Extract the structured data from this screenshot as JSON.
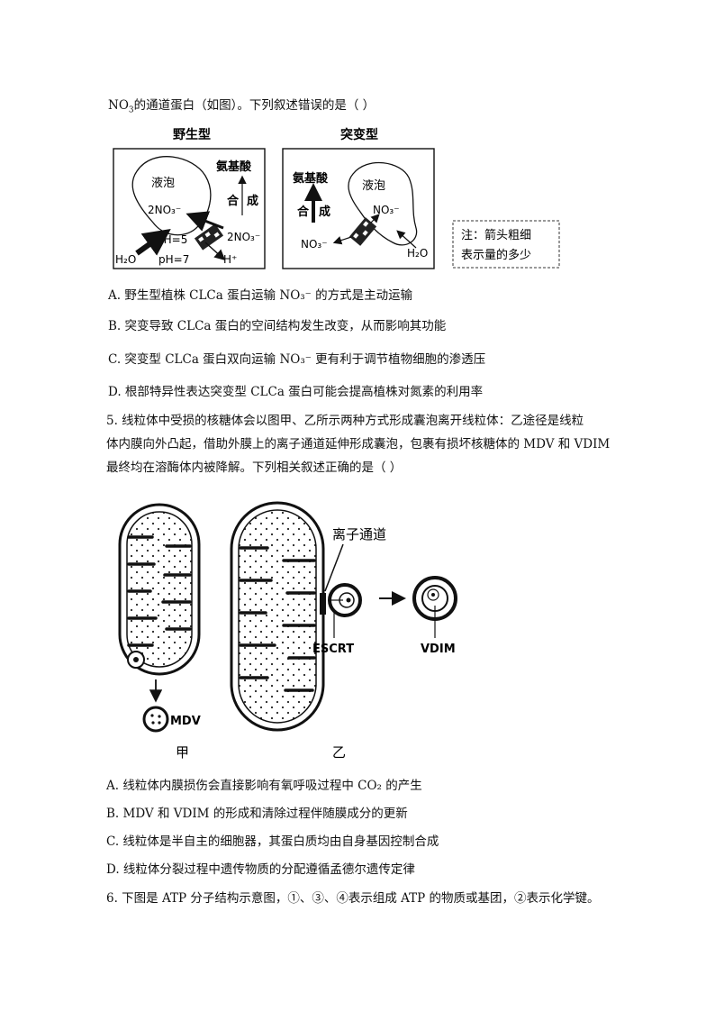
{
  "q4": {
    "intro_prefix": "NO",
    "intro_sub": "3",
    "intro_rest": "的通道蛋白（如图）。下列叙述错误的是（       ）",
    "figure": {
      "title_wild": "野生型",
      "title_mutant": "突变型",
      "vacuole": "液泡",
      "amino_acid": "氨基酸",
      "synth_1": "合",
      "synth_2": "成",
      "no3_2x": "2NO₃⁻",
      "no3": "NO₃⁻",
      "ph5": "pH=5",
      "ph7": "pH=7",
      "h2o": "H₂O",
      "h_plus": "H⁺",
      "note_line1": "注：箭头粗细",
      "note_line2": "表示量的多少"
    },
    "options": [
      "A.  野生型植株 CLCa 蛋白运输 NO₃⁻ 的方式是主动运输",
      "B.  突变导致 CLCa 蛋白的空间结构发生改变，从而影响其功能",
      "C.  突变型 CLCa 蛋白双向运输 NO₃⁻ 更有利于调节植物细胞的渗透压",
      "D.  根部特异性表达突变型 CLCa 蛋白可能会提高植株对氮素的利用率"
    ]
  },
  "q5": {
    "stem_lines": [
      "5.  线粒体中受损的核糖体会以图甲、乙所示两种方式形成囊泡离开线粒体：乙途径是线粒",
      "体内膜向外凸起，借助外膜上的离子通道延伸形成囊泡，包裹有损坏核糖体的 MDV 和 VDIM",
      "最终均在溶酶体内被降解。下列相关叙述正确的是（       ）"
    ],
    "figure": {
      "ion_channel": "离子通道",
      "escrt": "ESCRT",
      "vdim": "VDIM",
      "mdv": "MDV",
      "label_jia": "甲",
      "label_yi": "乙"
    },
    "options": [
      "A.  线粒体内膜损伤会直接影响有氧呼吸过程中 CO₂ 的产生",
      "B. MDV 和 VDIM 的形成和清除过程伴随膜成分的更新",
      "C.  线粒体是半自主的细胞器，其蛋白质均由自身基因控制合成",
      "D.  线粒体分裂过程中遗传物质的分配遵循孟德尔遗传定律"
    ]
  },
  "q6": {
    "stem": "6.  下图是 ATP 分子结构示意图，①、③、④表示组成 ATP 的物质或基团，②表示化学键。"
  }
}
